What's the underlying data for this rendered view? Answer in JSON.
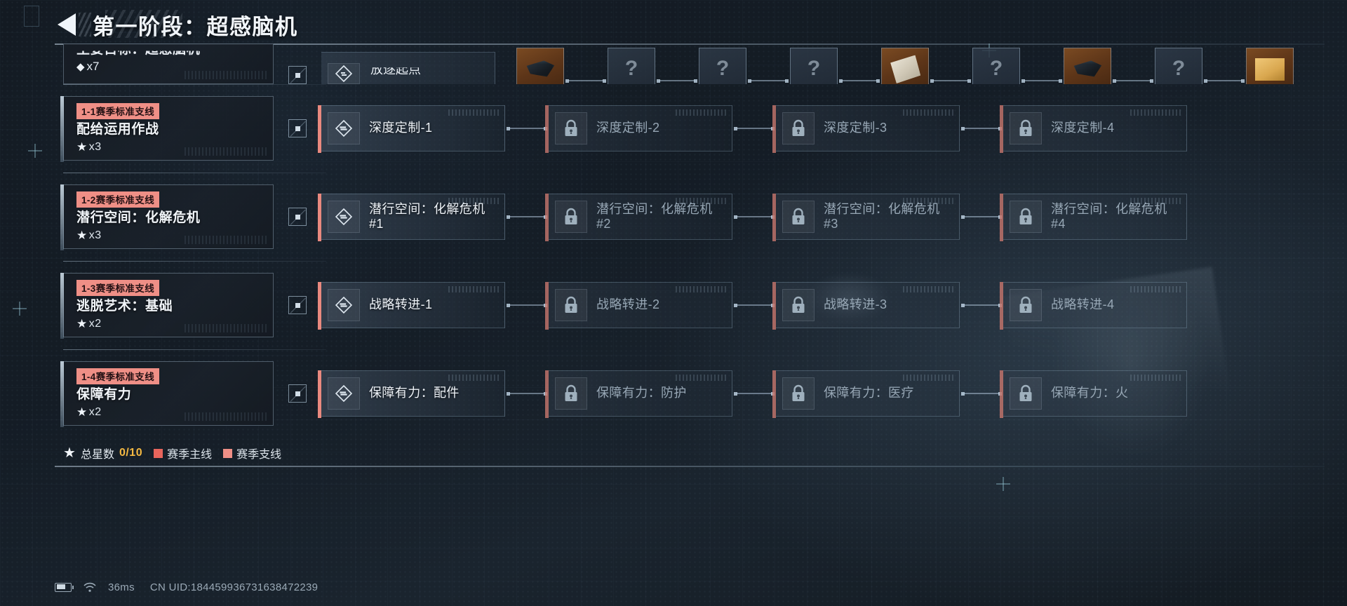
{
  "header": {
    "back_icon": "back-arrow-icon",
    "title": "第一阶段：超感脑机"
  },
  "clipped_row": {
    "card": {
      "title": "主要目标：超感脑机",
      "diamond_glyph": "◆",
      "count": "x7"
    },
    "node": {
      "label": "放逐起点",
      "icon": "chevron-diamond-icon"
    },
    "rewards": [
      {
        "type": "item",
        "art": "dark-device",
        "icon": "reward-item-icon"
      },
      {
        "type": "unknown",
        "glyph": "?",
        "icon": "unknown-reward-icon"
      },
      {
        "type": "unknown",
        "glyph": "?",
        "icon": "unknown-reward-icon"
      },
      {
        "type": "unknown",
        "glyph": "?",
        "icon": "unknown-reward-icon"
      },
      {
        "type": "item",
        "art": "paper",
        "icon": "reward-item-icon"
      },
      {
        "type": "unknown",
        "glyph": "?",
        "icon": "unknown-reward-icon"
      },
      {
        "type": "item",
        "art": "dark-device",
        "icon": "reward-item-icon"
      },
      {
        "type": "unknown",
        "glyph": "?",
        "icon": "unknown-reward-icon"
      },
      {
        "type": "item",
        "art": "gold",
        "icon": "reward-item-icon"
      }
    ]
  },
  "rows": [
    {
      "card": {
        "badge": "1-1赛季标准支线",
        "title": "配给运用作战",
        "star_glyph": "★",
        "star_count": "x3"
      },
      "nodes": [
        {
          "label": "深度定制-1",
          "locked": false,
          "icon": "chevron-diamond-icon"
        },
        {
          "label": "深度定制-2",
          "locked": true,
          "icon": "lock-icon"
        },
        {
          "label": "深度定制-3",
          "locked": true,
          "icon": "lock-icon"
        },
        {
          "label": "深度定制-4",
          "locked": true,
          "icon": "lock-icon"
        }
      ]
    },
    {
      "card": {
        "badge": "1-2赛季标准支线",
        "title": "潜行空间：化解危机",
        "star_glyph": "★",
        "star_count": "x3"
      },
      "nodes": [
        {
          "label": "潜行空间：化解危机#1",
          "locked": false,
          "icon": "chevron-diamond-icon"
        },
        {
          "label": "潜行空间：化解危机#2",
          "locked": true,
          "icon": "lock-icon"
        },
        {
          "label": "潜行空间：化解危机#3",
          "locked": true,
          "icon": "lock-icon"
        },
        {
          "label": "潜行空间：化解危机#4",
          "locked": true,
          "icon": "lock-icon"
        }
      ]
    },
    {
      "card": {
        "badge": "1-3赛季标准支线",
        "title": "逃脱艺术：基础",
        "star_glyph": "★",
        "star_count": "x2"
      },
      "nodes": [
        {
          "label": "战略转进-1",
          "locked": false,
          "icon": "chevron-diamond-icon"
        },
        {
          "label": "战略转进-2",
          "locked": true,
          "icon": "lock-icon"
        },
        {
          "label": "战略转进-3",
          "locked": true,
          "icon": "lock-icon"
        },
        {
          "label": "战略转进-4",
          "locked": true,
          "icon": "lock-icon"
        }
      ]
    },
    {
      "card": {
        "badge": "1-4赛季标准支线",
        "title": "保障有力",
        "star_glyph": "★",
        "star_count": "x2"
      },
      "nodes": [
        {
          "label": "保障有力：配件",
          "locked": false,
          "icon": "chevron-diamond-icon"
        },
        {
          "label": "保障有力：防护",
          "locked": true,
          "icon": "lock-icon"
        },
        {
          "label": "保障有力：医疗",
          "locked": true,
          "icon": "lock-icon"
        },
        {
          "label": "保障有力：火",
          "locked": true,
          "icon": "lock-icon"
        }
      ]
    }
  ],
  "legend": {
    "star_glyph": "★",
    "total_label": "总星数",
    "total_value": "0/10",
    "main_label": "赛季主线",
    "sub_label": "赛季支线",
    "main_color": "#e8655c",
    "sub_color": "#ef8f86",
    "count_color": "#f5b942"
  },
  "status_bar": {
    "battery_icon": "battery-icon",
    "wifi_icon": "wifi-icon",
    "ping": "36ms",
    "uid": "CN UID:184459936731638472239"
  }
}
